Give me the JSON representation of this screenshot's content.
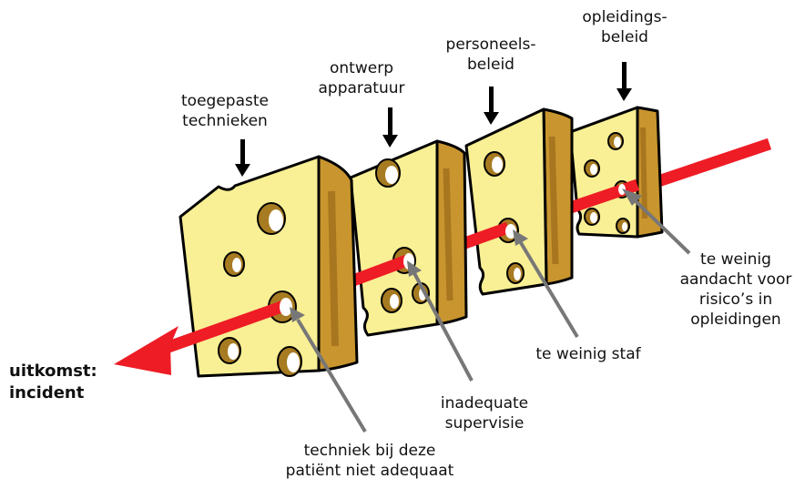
{
  "colors": {
    "cheese_face": "#f9ef94",
    "cheese_side": "#c9952e",
    "cheese_side_dark": "#a8761f",
    "hole_ring": "#a77b21",
    "hole_inner": "#ffffff",
    "arrow": "#ee1c25",
    "pointer": "#777777",
    "outline": "#000000"
  },
  "layers": [
    {
      "label": [
        "opleidings-",
        "beleid"
      ]
    },
    {
      "label": [
        "personeels-",
        "beleid"
      ]
    },
    {
      "label": [
        "ontwerp",
        "apparatuur"
      ]
    },
    {
      "label": [
        "toegepaste",
        "technieken"
      ]
    }
  ],
  "outcome": {
    "line1": "uitkomst:",
    "line2": "incident"
  },
  "failures": [
    {
      "text": [
        "te weinig",
        "aandacht voor",
        "risico’s in",
        "opleidingen"
      ]
    },
    {
      "text": [
        "te weinig staf"
      ]
    },
    {
      "text": [
        "inadequate",
        "supervisie"
      ]
    },
    {
      "text": [
        "techniek bij deze",
        "patiënt niet adequaat"
      ]
    }
  ]
}
